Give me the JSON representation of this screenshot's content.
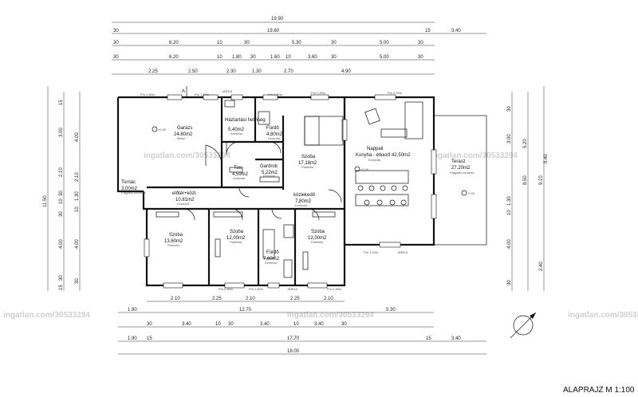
{
  "title": "ALAPRAJZ M 1:100",
  "watermark": "ingatlan.com/30533294",
  "dims_top": [
    {
      "row": 0,
      "labels": [
        "19.90"
      ]
    },
    {
      "row": 1,
      "labels": [
        "30",
        "19.60",
        "15",
        "3.40"
      ]
    },
    {
      "row": 2,
      "labels": [
        "30",
        "6.20",
        "10",
        "30",
        "5.30",
        "30",
        "5.00",
        "30"
      ]
    },
    {
      "row": 3,
      "labels": [
        "30",
        "6.20",
        "10",
        "1.80",
        "30",
        "1.60",
        "10",
        "3.60",
        "30",
        "5.00",
        "30"
      ]
    },
    {
      "row": 4,
      "labels": [
        "2.25",
        "2.50",
        "2.30",
        "1.30",
        "2.70",
        "4.90"
      ]
    }
  ],
  "dims_bottom": [
    {
      "row": 0,
      "labels": [
        "2.10",
        "2.25",
        "2.10",
        "2.25",
        "2.10"
      ]
    },
    {
      "row": 1,
      "labels": [
        "1.90",
        "12.70",
        "5.30"
      ]
    },
    {
      "row": 2,
      "labels": [
        "30",
        "3.40",
        "10",
        "30",
        "3.40",
        "10",
        "3.40",
        "30"
      ]
    },
    {
      "row": 3,
      "labels": [
        "1.90",
        "15",
        "17.70",
        "15",
        "3.40"
      ]
    },
    {
      "row": 4,
      "labels": [
        "18.00"
      ]
    }
  ],
  "dims_left": {
    "outer": "11.50",
    "col1": [
      "15",
      "3.00",
      "2.10",
      "30",
      "10",
      "30",
      "4.00",
      "30",
      "15"
    ],
    "col2": [
      "4.00",
      "2.10",
      "1.30",
      "10",
      "4.00",
      "30"
    ]
  },
  "dims_right": {
    "outer": "9.40",
    "col1": [
      "30",
      "3.00",
      "1.30",
      "10",
      "4.00",
      "30"
    ],
    "col2": [
      "5.20",
      "8.50",
      "9.10",
      "2.40"
    ]
  },
  "rooms": [
    {
      "name": "Garázs",
      "area": "24,80m2",
      "floor": "Beton"
    },
    {
      "name": "Háztartási helyiség",
      "area": "5,40m2",
      "floor": "Kerámia"
    },
    {
      "name": "Fürdő",
      "area": "4,80m2",
      "floor": "Kerámia"
    },
    {
      "name": "Gardrob",
      "area": "5,22m2",
      "floor": "Kerámia"
    },
    {
      "name": "Szoba",
      "area": "17,18m2",
      "floor": "Parketta"
    },
    {
      "name": "Nappali",
      "area": "Konyha - étkező 42,50m2",
      "floor": "Kerámia"
    },
    {
      "name": "Terasz",
      "area": "27,20m2",
      "floor": "Fagyálló kerámia"
    },
    {
      "name": "Tornác",
      "area": "3,00m2",
      "floor": "Fagyálló kerámia"
    },
    {
      "name": "előtér+közl.",
      "area": "10,81m2",
      "floor": "Kerámia"
    },
    {
      "name": "közlekedő",
      "area": "7,80m2",
      "floor": "Kerámia"
    },
    {
      "name": "Tus",
      "area": "4,59m2",
      "floor": "Kerámia"
    },
    {
      "name": "Szoba",
      "area": "13,60m2",
      "floor": "Parketta"
    },
    {
      "name": "Szoba",
      "area": "12,00m2",
      "floor": "Parketta"
    },
    {
      "name": "Fürdő",
      "area": "7,60m2",
      "floor": "Kerámia"
    },
    {
      "name": "Szoba",
      "area": "12,00m2",
      "floor": "Parketta"
    }
  ],
  "labels": {
    "jarda_top": "JÁRDA",
    "jarda_bottom": "JÁRDA",
    "jarda_right": "JÁRDA",
    "section_mark": "A",
    "level_1": "+0.00",
    "level_2": "+0.00",
    "level_3": "-0.02",
    "win_1": "Pm 1,80m",
    "win_2": "Pm 1,80m",
    "win_3": "Pm 1,80m",
    "win_4": "Pm 0,90m",
    "win_5": "Pm 0,90m",
    "win_6": "Pm 1,00m",
    "win_7": "Pm 0,90m",
    "win_8": "Pm 1,80m",
    "win_9": "Pm 0,90m"
  }
}
